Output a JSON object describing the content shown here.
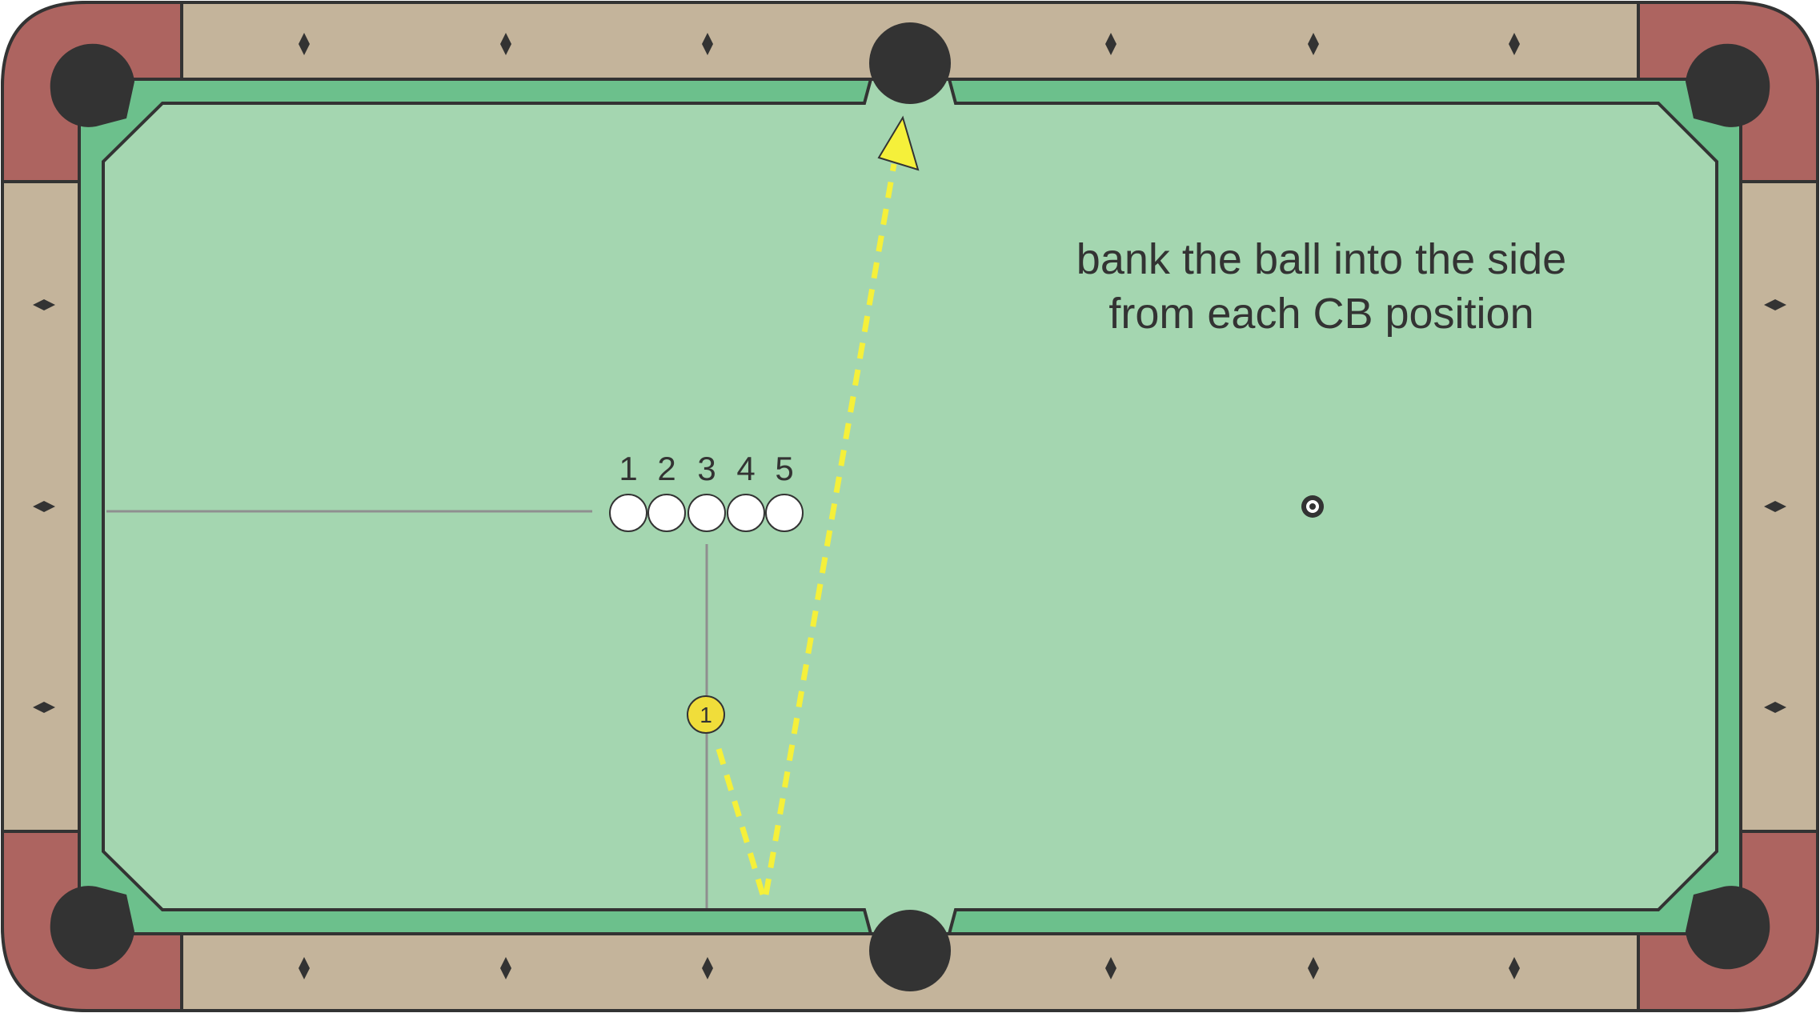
{
  "colors": {
    "rail_wood": "#c4b49b",
    "corner_wood": "#ad6460",
    "cushion": "#6cc08c",
    "felt": "#a4d6b0",
    "pocket": "#333333",
    "outline": "#333333",
    "diamond": "#333333",
    "guide_line": "#8f8f8f",
    "position_ball_fill": "#ffffff",
    "object_ball_fill": "#f0dd3a",
    "path": "#f5f03a"
  },
  "instruction": {
    "line1": "bank the ball into the side",
    "line2": "from each CB position"
  },
  "cue_ball_positions": [
    "1",
    "2",
    "3",
    "4",
    "5"
  ],
  "object_ball": {
    "number": "1"
  },
  "icons": {
    "pockets": "pocket-icon",
    "diamonds": "diamond-marker-icon",
    "arrow": "arrowhead-icon",
    "spot": "ghost-ball-icon"
  }
}
